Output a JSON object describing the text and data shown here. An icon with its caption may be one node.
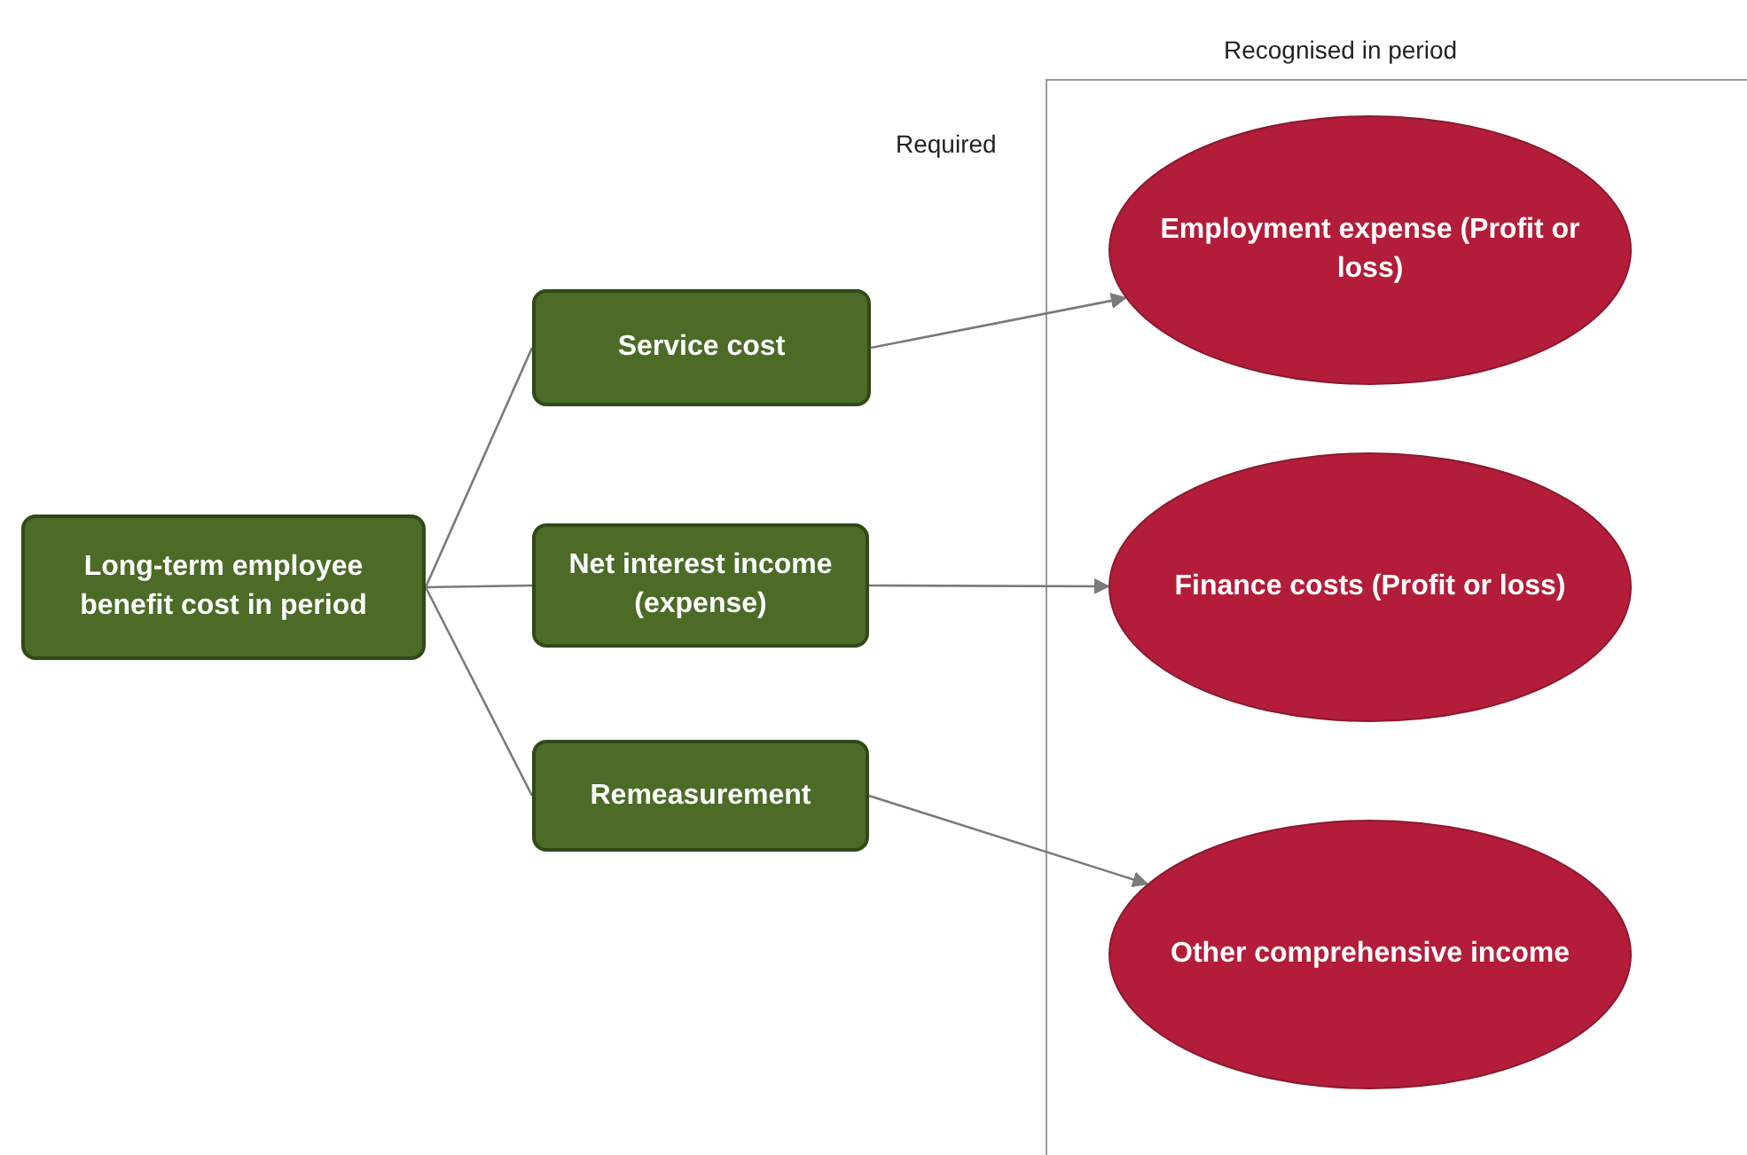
{
  "diagram": {
    "nodes": [
      {
        "text": [
          "Long-term employee benefit cost in period"
        ]
      },
      {
        "text": [
          "Service cost"
        ]
      },
      {
        "text": [
          "Net interest income (expense)"
        ]
      },
      {
        "text": [
          "Remeasurement"
        ]
      },
      {
        "text": [
          "Employment expense (Profit or loss)"
        ]
      },
      {
        "text": [
          "Finance costs (Profit or loss)"
        ]
      },
      {
        "text": [
          "Other comprehensive income"
        ]
      }
    ],
    "edges": [
      {
        "from": 0,
        "to": 1,
        "arrow": "none"
      },
      {
        "from": 0,
        "to": 2,
        "arrow": "none"
      },
      {
        "from": 0,
        "to": 3,
        "arrow": "none"
      },
      {
        "from": 1,
        "to": 4,
        "arrow": "to"
      },
      {
        "from": 2,
        "to": 5,
        "arrow": "to"
      },
      {
        "from": 3,
        "to": 6,
        "arrow": "to"
      }
    ],
    "labels": [
      "Recognised in period",
      "Required"
    ]
  }
}
